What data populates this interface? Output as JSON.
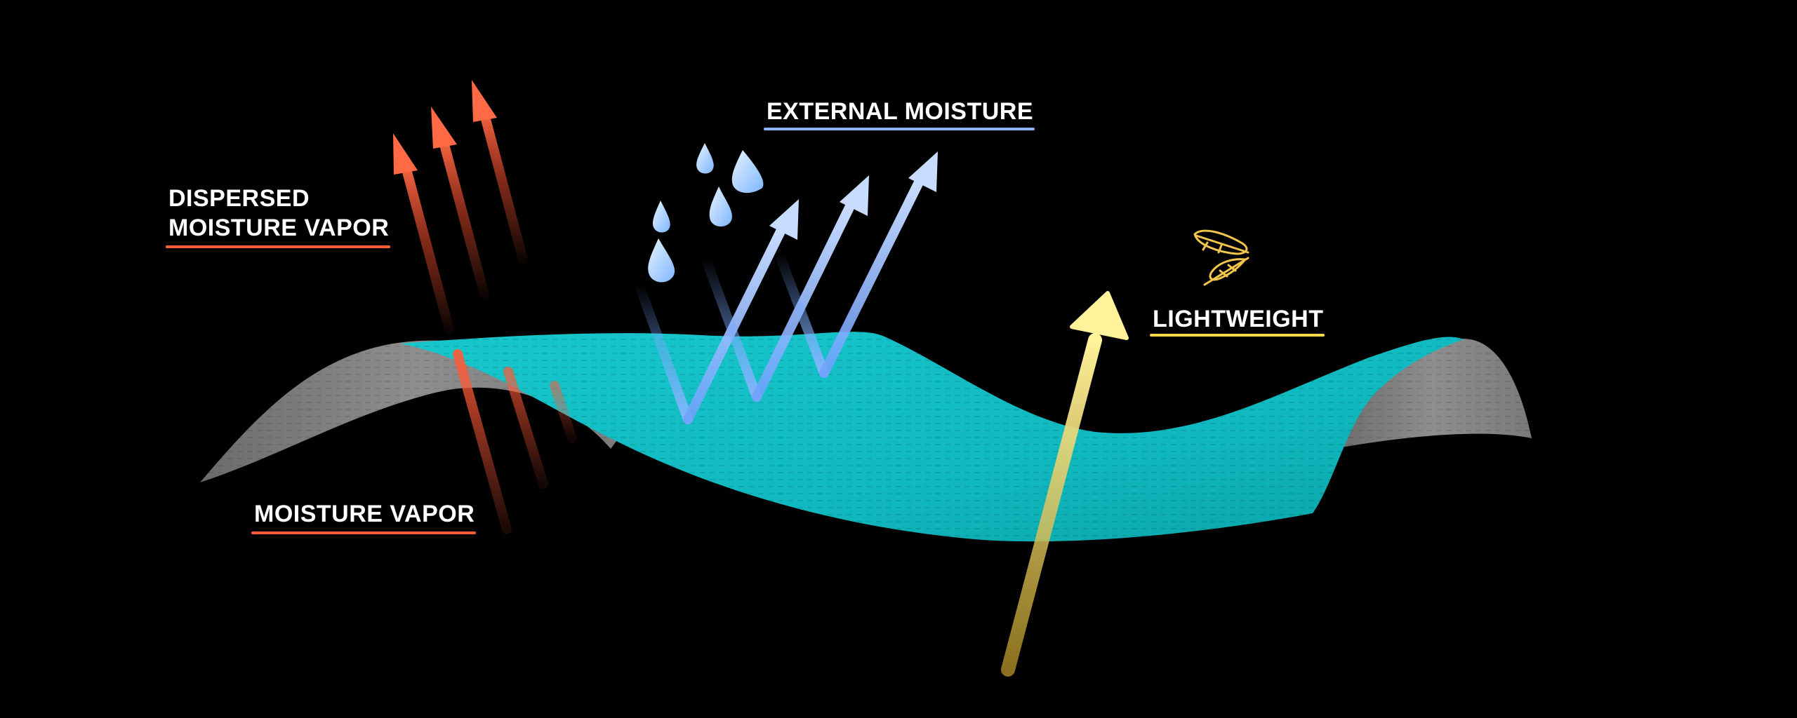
{
  "labels": {
    "dispersed_line1": "DISPERSED",
    "dispersed_line2": "MOISTURE VAPOR",
    "moisture_vapor": "MOISTURE VAPOR",
    "external_moisture": "EXTERNAL MOISTURE",
    "lightweight": "LIGHTWEIGHT"
  },
  "colors": {
    "background": "#000000",
    "vapor_red": "#ff5a36",
    "external_blue": "#8ab6ff",
    "lightweight_yellow": "#ffd84a",
    "fabric_teal": "#12c4c9",
    "fabric_gray": "#8a8a8a"
  },
  "icons": {
    "feather": "feather-icon",
    "droplet": "droplet-icon"
  }
}
